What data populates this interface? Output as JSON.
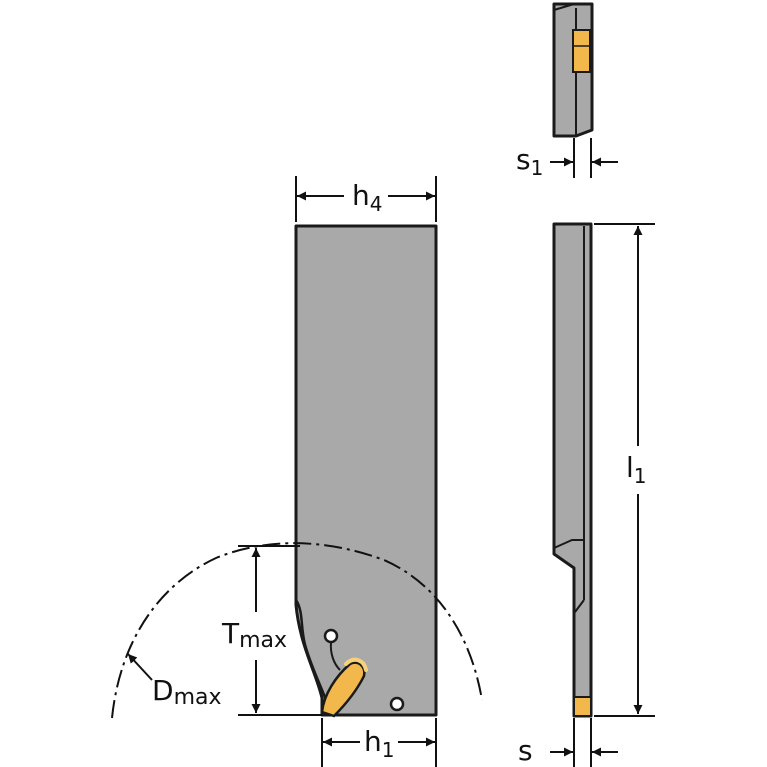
{
  "colors": {
    "body_fill": "#a9a9a9",
    "outline": "#1a1a1a",
    "insert_fill": "#f2b84b",
    "insert_highlight": "#f7d27a",
    "line": "#111111",
    "background": "#ffffff"
  },
  "labels": {
    "h4": {
      "main": "h",
      "sub": "4"
    },
    "s1": {
      "main": "s",
      "sub": "1"
    },
    "l1": {
      "main": "l",
      "sub": "1"
    },
    "tmax": {
      "main": "T",
      "sub": "max"
    },
    "dmax": {
      "main": "D",
      "sub": "max"
    },
    "h1": {
      "main": "h",
      "sub": "1"
    },
    "s": {
      "main": "s"
    }
  }
}
